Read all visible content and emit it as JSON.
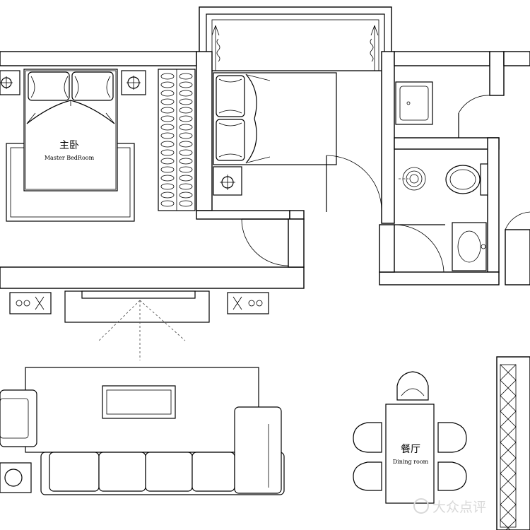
{
  "rooms": {
    "master_bedroom": {
      "name_zh": "主卧",
      "name_en": "Master BedRoom"
    },
    "dining_room": {
      "name_zh": "餐厅",
      "name_en": "Dining room"
    }
  },
  "watermark": {
    "text": "大众点评"
  },
  "colors": {
    "line": "#000000",
    "background": "#ffffff",
    "watermark": "#d8d8d8"
  }
}
